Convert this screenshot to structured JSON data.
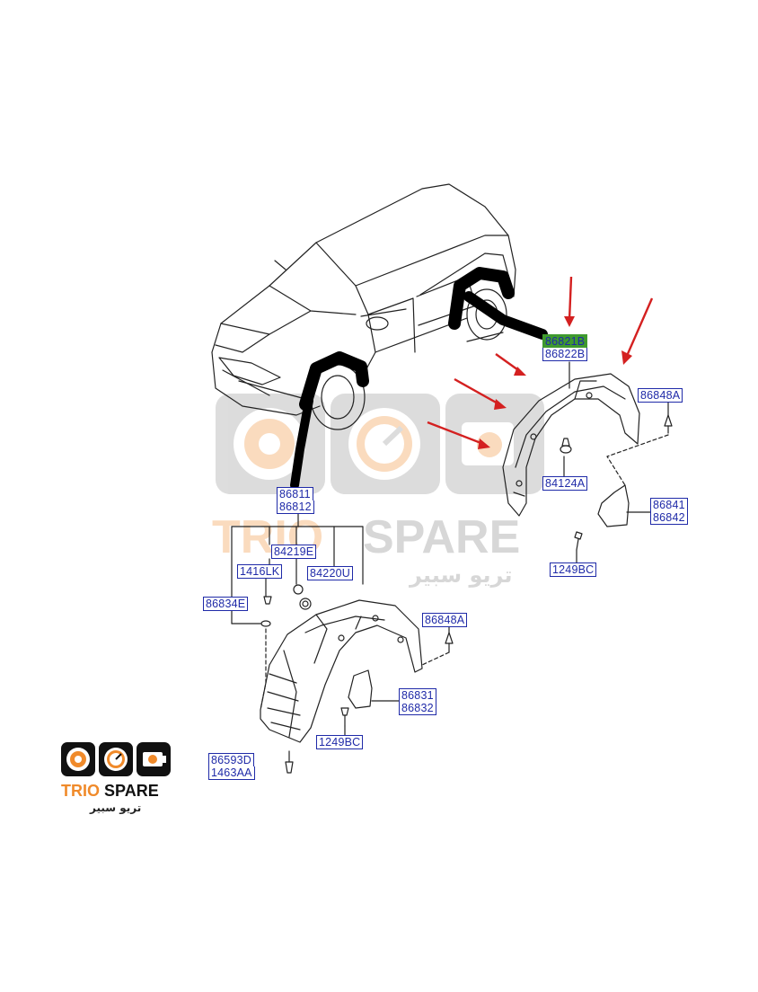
{
  "watermark": {
    "brand_trio": "TRIO",
    "brand_spare": "SPARE",
    "brand_arabic": "تريو سبير",
    "color_orange": "#f08a2a",
    "color_gray": "#9a9a9a"
  },
  "logo": {
    "trio": "TRIO",
    "spare": "SPARE",
    "arabic": "تريو سبير",
    "icon_names": [
      "disc-icon",
      "gauge-icon",
      "engine-icon"
    ]
  },
  "colors": {
    "label_text": "#1f2aa8",
    "highlight": "#3f9a2e",
    "arrow": "#d42020",
    "line": "#222222"
  },
  "rear": {
    "part_highlight": "86821B",
    "part_main": "86822B",
    "nut": "84124A",
    "clip": "86848A",
    "mudguard_top": "86841",
    "mudguard_bottom": "86842",
    "screw": "1249BC"
  },
  "front": {
    "part_top": "86811",
    "part_bottom": "86812",
    "grommet": "84219E",
    "bolt": "1416LK",
    "washer": "84220U",
    "seal": "86834E",
    "clip": "86848A",
    "mudguard_top": "86831",
    "mudguard_bottom": "86832",
    "screw": "1249BC",
    "fastener_top": "86593D",
    "fastener_bottom": "1463AA"
  }
}
